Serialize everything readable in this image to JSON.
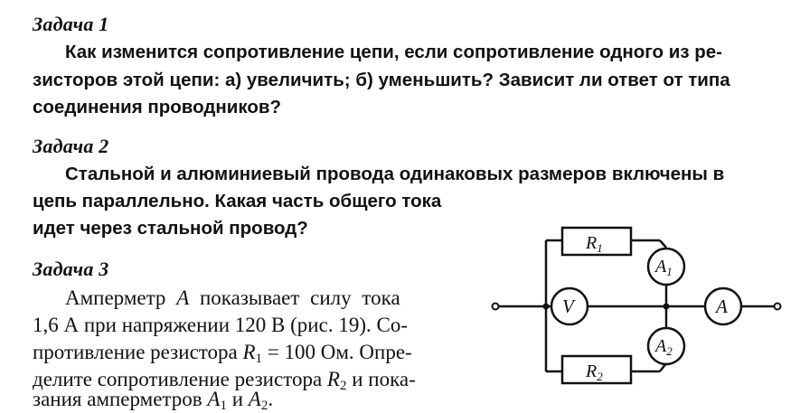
{
  "task1": {
    "title": "Задача 1",
    "lines": [
      "Как изменится сопротивление цепи, если сопротивление одного из ре-",
      "зисторов этой цепи: а) увеличить; б) уменьшить? Зависит ли ответ от типа",
      "соединения проводников?"
    ]
  },
  "task2": {
    "title": "Задача 2",
    "lines": [
      "Стальной и алюминиевый провода одинаковых размеров включены в",
      "цепь параллельно. Какая часть общего тока",
      "идет через стальной провод?"
    ]
  },
  "task3": {
    "title": "Задача 3",
    "line1_a": "Амперметр ",
    "line1_var": "А",
    "line1_b": " показывает силу тока",
    "line2": "1,6 А при напряжении 120 В (рис. 19). Со-",
    "line3_a": "противление резистора ",
    "line3_var": "R",
    "line3_sub": "1",
    "line3_b": " = 100 Ом. Опре-",
    "line4_a": "делите сопротивление резистора ",
    "line4_var": "R",
    "line4_sub": "2",
    "line4_b": " и пока-",
    "line5_a": "зания амперметров ",
    "line5_var1": "A",
    "line5_sub1": "1",
    "line5_mid": " и ",
    "line5_var2": "A",
    "line5_sub2": "2",
    "line5_b": "."
  },
  "circuit": {
    "r1_label": "R",
    "r1_sub": "1",
    "r2_label": "R",
    "r2_sub": "2",
    "a1_label": "A",
    "a1_sub": "1",
    "a2_label": "A",
    "a2_sub": "2",
    "v_label": "V",
    "a_label": "A"
  }
}
